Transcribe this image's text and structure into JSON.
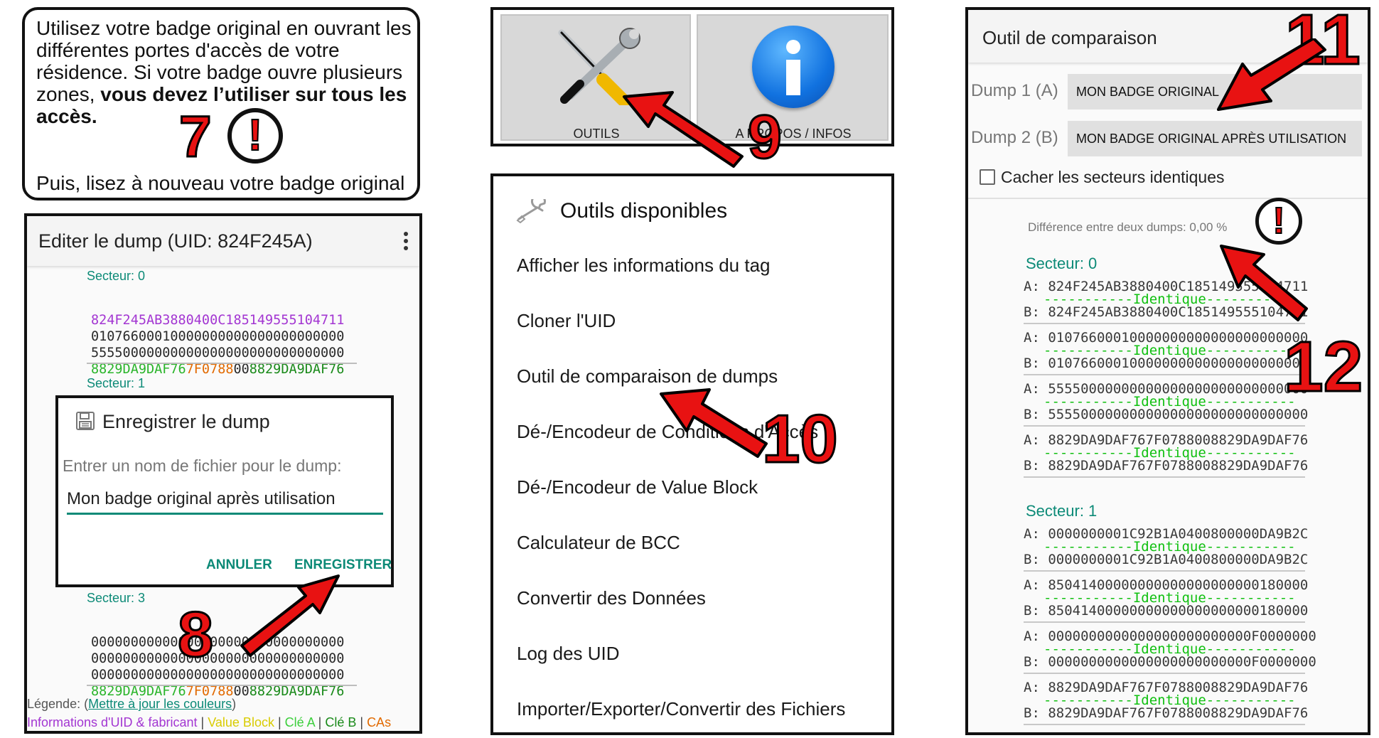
{
  "instruction": {
    "text_start": "Utilisez votre badge original en ouvrant les différentes portes d'accès de votre résidence. Si votre badge ouvre plusieurs zones, ",
    "text_bold": "vous devez l’utiliser sur tous les accès.",
    "bottom": "Puis, lisez à nouveau votre badge original"
  },
  "steps": {
    "s7": "7",
    "s8": "8",
    "s9": "9",
    "s10": "10",
    "s11": "11",
    "s12": "12",
    "warn": "!"
  },
  "editor": {
    "title": "Editer le dump (UID: 824F245A)",
    "sector0": "Secteur: 0",
    "sector0_rows": {
      "r1": "824F245AB3880400C185149555104711",
      "r2": "01076600010000000000000000000000",
      "r3": "55550000000000000000000000000000",
      "r4a": "8829DA9DAF76",
      "r4b": "7F0788",
      "r4c": "00",
      "r4d": "8829DA9DAF76"
    },
    "sector1": "Secteur: 1",
    "sector3": "Secteur: 3",
    "sector3_rows": {
      "r1": "00000000000000000000000000000000",
      "r2": "00000000000000000000000000000000",
      "r3": "00000000000000000000000000000000",
      "r4a": "8829DA9DAF76",
      "r4b": "7F0788",
      "r4c": "00",
      "r4d": "8829DA9DAF76"
    },
    "legend_prefix": "Légende: (",
    "legend_link": "Mettre à jour les couleurs",
    "legend_suffix": ")",
    "legend_items": {
      "uid": "Informations d'UID & fabricant",
      "value": "Value Block",
      "key_a": "Clé A",
      "key_b": "Clé B",
      "cas": "CAs",
      "sep": " | "
    }
  },
  "save_dialog": {
    "title": "Enregistrer le dump",
    "label": "Entrer un nom de fichier pour le dump:",
    "value": "Mon badge original après utilisation",
    "cancel": "ANNULER",
    "save": "ENREGISTRER"
  },
  "home_buttons": {
    "tools": "OUTILS",
    "about": "A PROPOS / INFOS"
  },
  "tools_menu": {
    "title": "Outils disponibles",
    "items": [
      "Afficher les informations du tag",
      "Cloner l'UID",
      "Outil de comparaison de dumps",
      "Dé-/Encodeur de Conditions d'Accès",
      "Dé-/Encodeur de Value Block",
      "Calculateur de BCC",
      "Convertir des Données",
      "Log des UID",
      "Importer/Exporter/Convertir des Fichiers"
    ]
  },
  "compare": {
    "title": "Outil de comparaison",
    "dump1_label": "Dump 1 (A)",
    "dump1_value": "MON BADGE ORIGINAL",
    "dump2_label": "Dump 2 (B)",
    "dump2_value": "MON BADGE ORIGINAL APRÈS UTILISATION",
    "hide_same": "Cacher les secteurs identiques",
    "diff": "Différence entre deux dumps: 0,00 %",
    "identical": "-----------Identique-----------",
    "sector0": "Secteur: 0",
    "sector1": "Secteur: 1",
    "s0": [
      {
        "a": "A: 824F245AB3880400C185149555104711",
        "b": "B: 824F245AB3880400C185149555104711"
      },
      {
        "a": "A: 01076600010000000000000000000000",
        "b": "B: 01076600010000000000000000000000"
      },
      {
        "a": "A: 55550000000000000000000000000000",
        "b": "B: 55550000000000000000000000000000"
      },
      {
        "a": "A: 8829DA9DAF767F0788008829DA9DAF76",
        "b": "B: 8829DA9DAF767F0788008829DA9DAF76"
      }
    ],
    "s1": [
      {
        "a": "A: 0000000001C92B1A0400800000DA9B2C",
        "b": "B: 0000000001C92B1A0400800000DA9B2C"
      },
      {
        "a": "A: 85041400000000000000000000180000",
        "b": "B: 85041400000000000000000000180000"
      },
      {
        "a": "A: 0000000000000000000000000F0000000",
        "b": "B: 0000000000000000000000000F0000000"
      },
      {
        "a": "A: 8829DA9DAF767F0788008829DA9DAF76",
        "b": "B: 8829DA9DAF767F0788008829DA9DAF76"
      }
    ]
  },
  "colors": {
    "red": "#e81212",
    "teal": "#0c8a77",
    "uid_purple": "#a336d2",
    "key_green": "#1a8a1a",
    "access_orange": "#e26a00",
    "identical_green": "#10c010"
  }
}
